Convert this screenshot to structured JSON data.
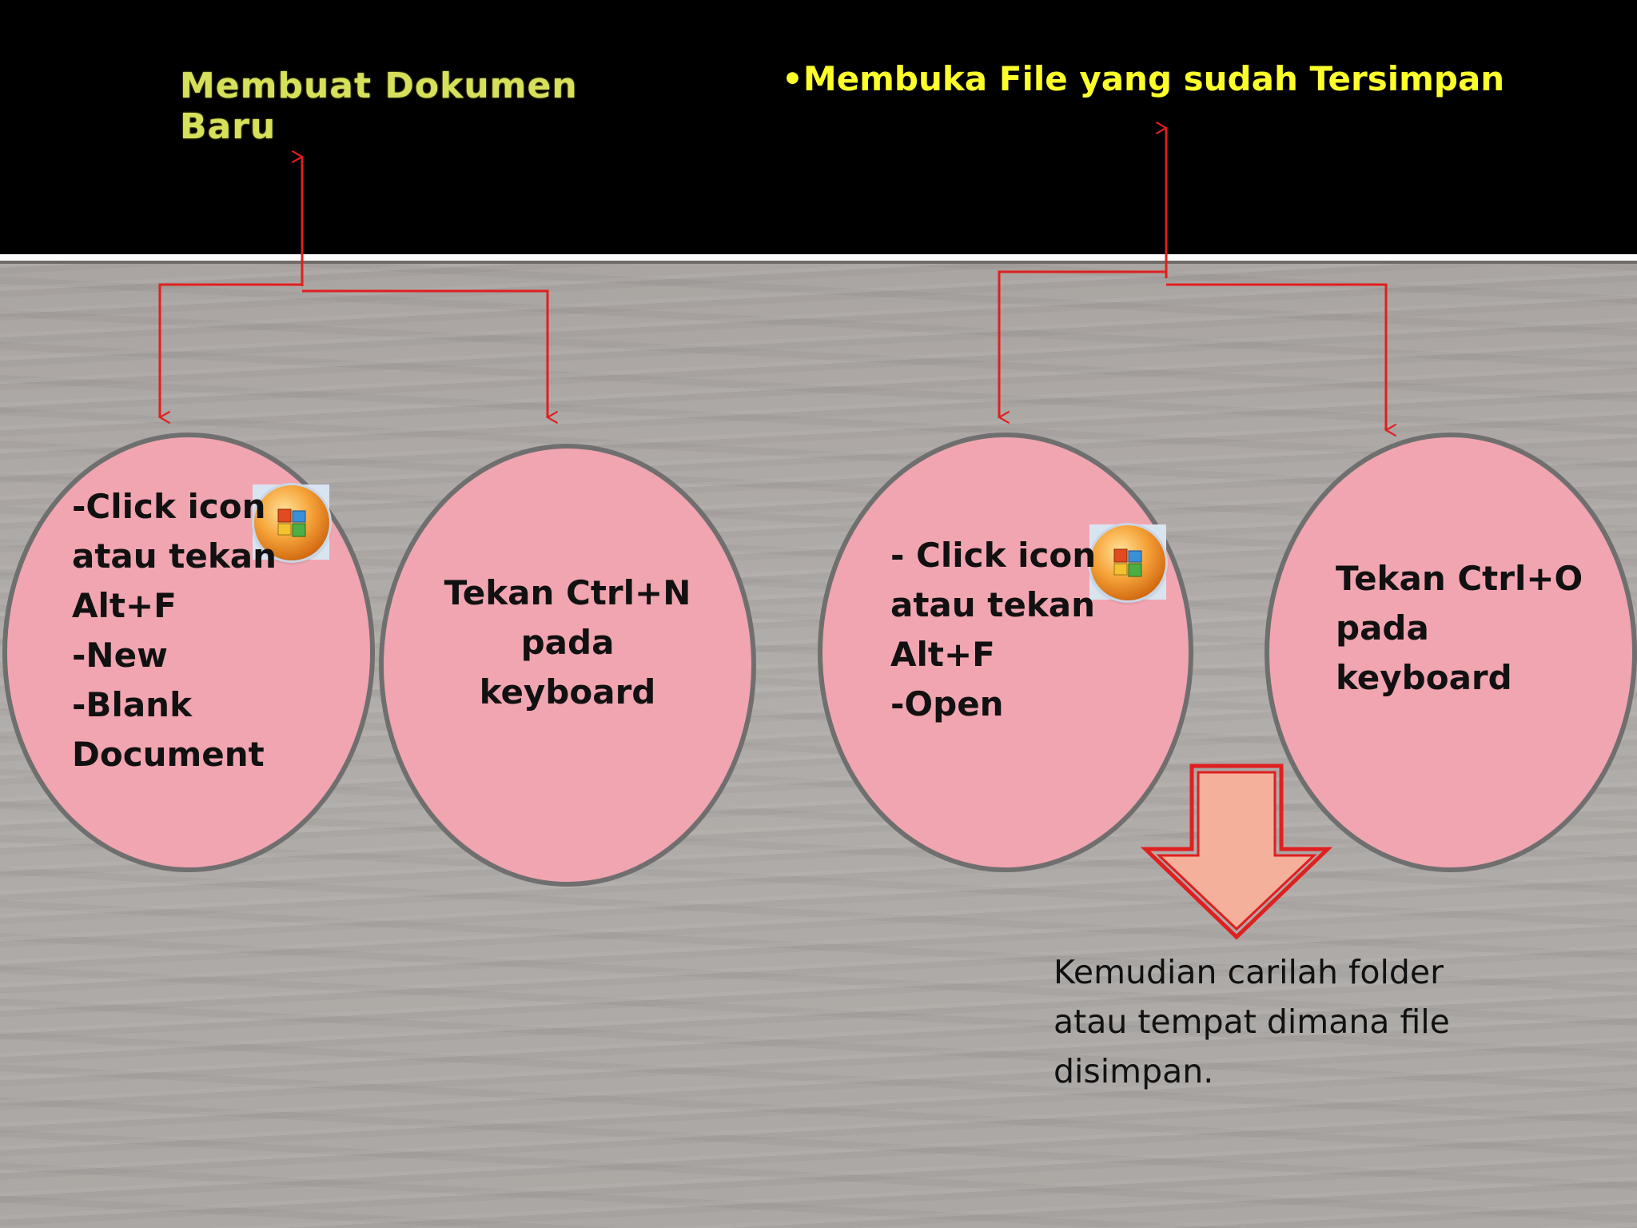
{
  "header": {
    "left_title": "Membuat Dokumen Baru",
    "right_title": "•Membuka File yang sudah Tersimpan"
  },
  "bubbles": [
    {
      "text": "-Click icon\natau tekan\nAlt+F\n-New\n-Blank\nDocument"
    },
    {
      "text": "Tekan Ctrl+N\npada\nkeyboard"
    },
    {
      "text": "- Click icon\natau tekan\nAlt+F\n-Open"
    },
    {
      "text": "Tekan Ctrl+O\npada\nkeyboard"
    }
  ],
  "note": {
    "text": "Kemudian carilah folder atau tempat dimana file disimpan."
  },
  "icons": {
    "office_button": "office-button-icon",
    "down_arrow": "down-arrow-icon"
  },
  "colors": {
    "header_bg": "#000000",
    "left_title": "#d7e05a",
    "right_title": "#fcff2a",
    "connector": "#e01f1f",
    "bubble_fill": "#f1a5b0",
    "bubble_border": "#6f6f6f",
    "arrow_fill": "#f4b09a",
    "arrow_border": "#e01f1f"
  }
}
